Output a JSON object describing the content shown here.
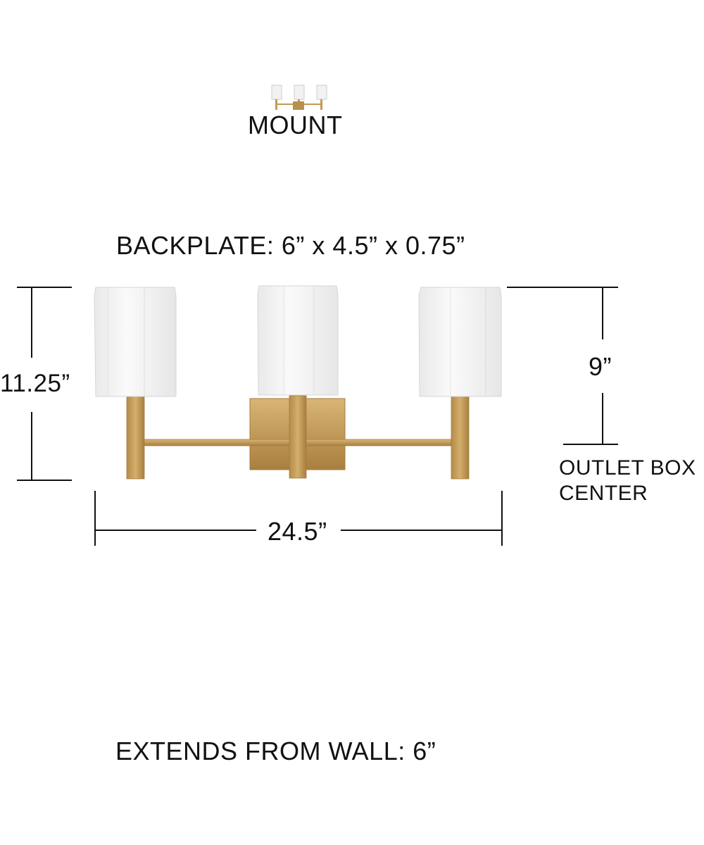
{
  "labels": {
    "mount": "MOUNT",
    "backplate": "BACKPLATE: 6” x 4.5” x 0.75”",
    "overall_height": "11.25”",
    "outlet_height": "9”",
    "outlet_line1": "OUTLET BOX",
    "outlet_line2": "CENTER",
    "overall_width": "24.5”",
    "extension": "EXTENDS FROM WALL: 6”"
  },
  "colors": {
    "brass": "#C49A55",
    "brass_dark": "#A67C3C",
    "shade": "#F4F4F4",
    "line": "#111111"
  }
}
